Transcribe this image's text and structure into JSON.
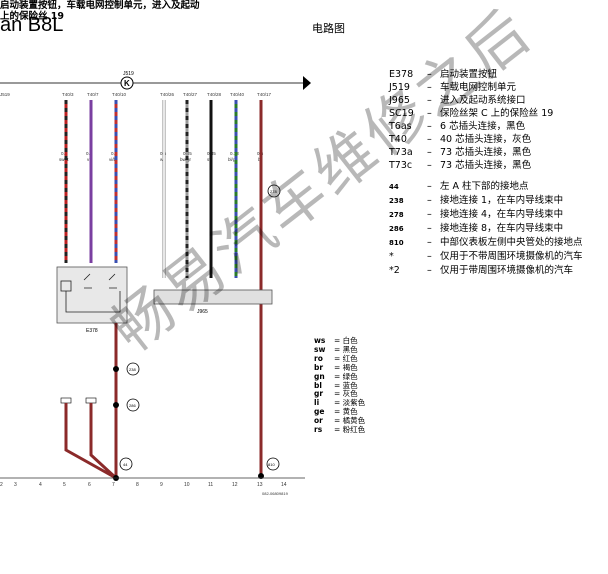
{
  "header": {
    "title": "an B8L",
    "section": "电路图"
  },
  "legend": {
    "heading_line1": "启动装置按钮，车载电网控制单元，进入及起动",
    "heading_line2": "上的保险丝 19",
    "items": [
      {
        "code": "E378",
        "desc": "启动装置按钮",
        "small": false
      },
      {
        "code": "J519",
        "desc": "车载电网控制单元",
        "small": false
      },
      {
        "code": "J965",
        "desc": "进入及起动系统接口",
        "small": false
      },
      {
        "code": "SC19",
        "desc": "保险丝架 C 上的保险丝 19",
        "small": false
      },
      {
        "code": "T6as",
        "desc": "6 芯插头连接，黑色",
        "small": false
      },
      {
        "code": "T40",
        "desc": "40 芯插头连接，灰色",
        "small": false
      },
      {
        "code": "T73a",
        "desc": "73 芯插头连接，黑色",
        "small": false
      },
      {
        "code": "T73c",
        "desc": "73 芯插头连接，黑色",
        "small": false
      },
      {
        "code": "44",
        "desc": "左 A 柱下部的接地点",
        "small": true
      },
      {
        "code": "238",
        "desc": "接地连接 1，在车内导线束中",
        "small": true
      },
      {
        "code": "278",
        "desc": "接地连接 4，在车内导线束中",
        "small": true
      },
      {
        "code": "286",
        "desc": "接地连接 8，在车内导线束中",
        "small": true
      },
      {
        "code": "810",
        "desc": "中部仪表板左侧中央管处的接地点",
        "small": true
      },
      {
        "code": "*",
        "desc": "仅用于不带周围环境摄像机的汽车",
        "small": false
      },
      {
        "code": "*2",
        "desc": "仅用于带周围环境摄像机的汽车",
        "small": false
      }
    ]
  },
  "wire_colors": [
    {
      "abbr": "ws",
      "name": "白色"
    },
    {
      "abbr": "sw",
      "name": "黑色"
    },
    {
      "abbr": "ro",
      "name": "红色"
    },
    {
      "abbr": "br",
      "name": "褐色"
    },
    {
      "abbr": "gn",
      "name": "绿色"
    },
    {
      "abbr": "bl",
      "name": "蓝色"
    },
    {
      "abbr": "gr",
      "name": "灰色"
    },
    {
      "abbr": "li",
      "name": "淡紫色"
    },
    {
      "abbr": "ge",
      "name": "黄色"
    },
    {
      "abbr": "or",
      "name": "橘黄色"
    },
    {
      "abbr": "rs",
      "name": "粉红色"
    }
  ],
  "diagram": {
    "top_connector_label": "J519",
    "bus_symbol": "K",
    "switch_label": "E378",
    "module_label": "J965",
    "ground_points": [
      "278",
      "238",
      "286",
      "44",
      "810"
    ],
    "wires": [
      {
        "size": "0.5",
        "color": "sw/rt",
        "pin": "T40/3"
      },
      {
        "size": "0.5",
        "color": "vi",
        "pin": "T40/7"
      },
      {
        "size": "0.5",
        "color": "vi/bl",
        "pin": "T40/10"
      },
      {
        "size": "0.5",
        "color": "ws",
        "pin": "T40/26"
      },
      {
        "size": "0.35",
        "color": "bw/gr",
        "pin": "T40/27"
      },
      {
        "size": "0.35",
        "color": "sw",
        "pin": "T40/28"
      },
      {
        "size": "0.13",
        "color": "bl/gn",
        "pin": "T40/40"
      },
      {
        "size": "0.5",
        "color": "br",
        "pin": "T40/17"
      }
    ],
    "bottom_numbers": [
      "2",
      "3",
      "4",
      "5",
      "6",
      "7",
      "8",
      "9",
      "10",
      "11",
      "12",
      "13",
      "14"
    ],
    "drawing_id": "082-06809819"
  },
  "watermark": "畅易汽车维修之后"
}
